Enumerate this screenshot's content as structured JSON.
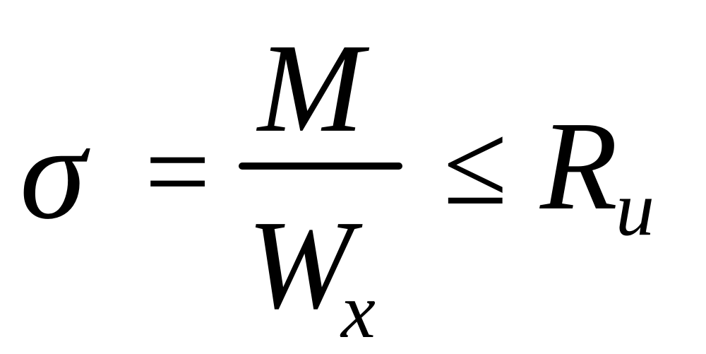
{
  "formula": {
    "lhs": "σ",
    "equals": "=",
    "numerator": "M",
    "denominator": "W",
    "denominator_subscript": "x",
    "relation": "≤",
    "rhs": "R",
    "rhs_subscript": "u"
  }
}
